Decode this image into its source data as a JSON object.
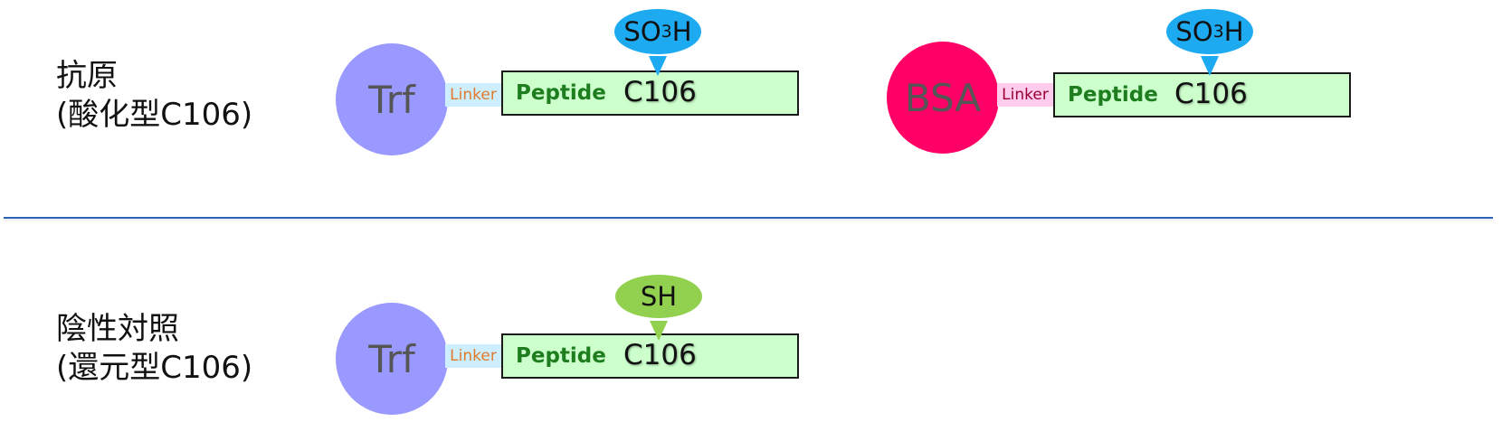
{
  "colors": {
    "trf": "#9999ff",
    "bsa": "#ff0066",
    "linker_trf_bg": "#cceeff",
    "linker_trf_text": "#e07a2c",
    "linker_bsa_bg": "#ffccee",
    "linker_bsa_text": "#990033",
    "peptide_bg": "#ccffcc",
    "peptide_text": "#1e7d1e",
    "so3h": "#1eaaf0",
    "sh": "#92d050"
  },
  "rows": {
    "antigen": {
      "label_line1": "抗原",
      "label_line2": "(酸化型C106)"
    },
    "negative": {
      "label_line1": "陰性対照",
      "label_line2": "(還元型C106)"
    }
  },
  "constructs": {
    "antigen_trf": {
      "carrier": "Trf",
      "linker": "Linker",
      "peptide": "Peptide",
      "residue": "C106",
      "group_main": "SO",
      "group_sub": "3",
      "group_end": "H"
    },
    "antigen_bsa": {
      "carrier": "BSA",
      "linker": "Linker",
      "peptide": "Peptide",
      "residue": "C106",
      "group_main": "SO",
      "group_sub": "3",
      "group_end": "H"
    },
    "negative_trf": {
      "carrier": "Trf",
      "linker": "Linker",
      "peptide": "Peptide",
      "residue": "C106",
      "group_main": "SH"
    }
  },
  "icons": {
    "group_pointer": "triangle-down-icon"
  }
}
